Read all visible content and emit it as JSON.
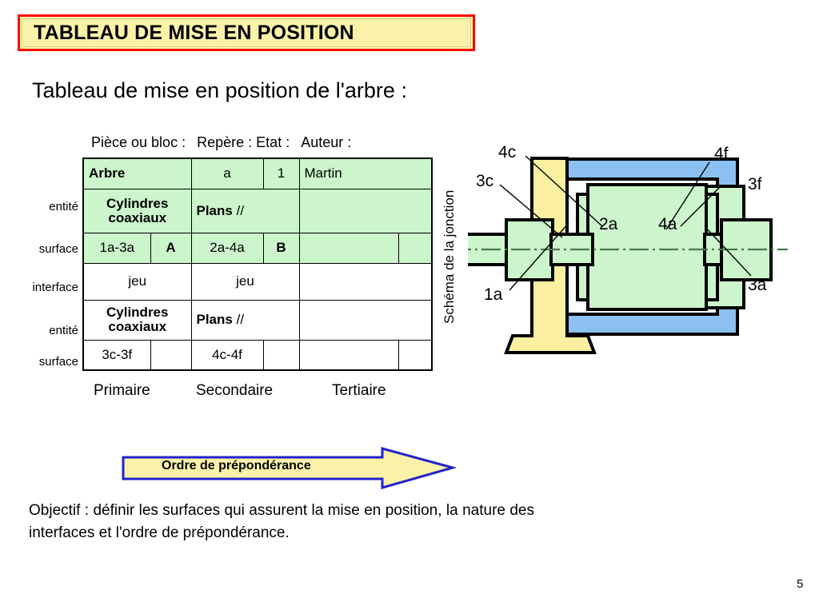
{
  "title": {
    "text": "TABLEAU DE MISE EN POSITION",
    "banner_fill": "#faf2a8",
    "banner_border": "#ff0000"
  },
  "subtitle": "Tableau de mise en position de l'arbre :",
  "table_caption": {
    "piece": "Pièce ou bloc :",
    "repere": "Repère :",
    "etat": "Etat :",
    "auteur": "Auteur :"
  },
  "row_labels": {
    "entite_1": "entité",
    "surface_1": "surface",
    "interface": "interface",
    "entite_2": "entité",
    "surface_2": "surface"
  },
  "table": {
    "identity_row": {
      "name": "Arbre",
      "repere": "a",
      "etat": "1",
      "auteur": "Martin"
    },
    "entity_row_1": {
      "primaire": "Cylindres coaxiaux",
      "secondaire_bold": "Plans",
      "secondaire_suffix": "//",
      "tertiaire": ""
    },
    "surface_row_1": {
      "primaire": "1a-3a",
      "primaire_ref": "A",
      "secondaire": "2a-4a",
      "secondaire_ref": "B",
      "tertiaire": "",
      "tertiaire_ref": ""
    },
    "interface_row": {
      "primaire": "jeu",
      "secondaire": "jeu",
      "tertiaire": ""
    },
    "entity_row_2": {
      "primaire": "Cylindres coaxiaux",
      "secondaire_bold": "Plans",
      "secondaire_suffix": "//",
      "tertiaire": ""
    },
    "surface_row_2": {
      "primaire": "3c-3f",
      "primaire_ref": "",
      "secondaire": "4c-4f",
      "secondaire_ref": "",
      "tertiaire": "",
      "tertiaire_ref": ""
    },
    "cell_fill_green": "#ccf5cc",
    "cell_fill_white": "#ffffff"
  },
  "priority_labels": {
    "primaire": "Primaire",
    "secondaire": "Secondaire",
    "tertiaire": "Tertiaire"
  },
  "schema": {
    "axis_label": "Schéma de la jonction",
    "callouts": {
      "c4c": "4c",
      "c3c": "3c",
      "c1a": "1a",
      "c2a": "2a",
      "c4a": "4a",
      "c4f": "4f",
      "c3f": "3f",
      "c3a": "3a"
    },
    "colors": {
      "shaft_green": "#ccf5cc",
      "support_yellow": "#faf0a0",
      "housing_blue": "#8cc0f0",
      "outline": "#000000",
      "axis_line": "#336633"
    }
  },
  "order_arrow": {
    "label": "Ordre de prépondérance",
    "fill": "#faf2a8",
    "stroke": "#2222cc"
  },
  "objective": "Objectif : définir les surfaces qui assurent la mise en position, la nature des interfaces et l'ordre de prépondérance.",
  "page_number": "5"
}
